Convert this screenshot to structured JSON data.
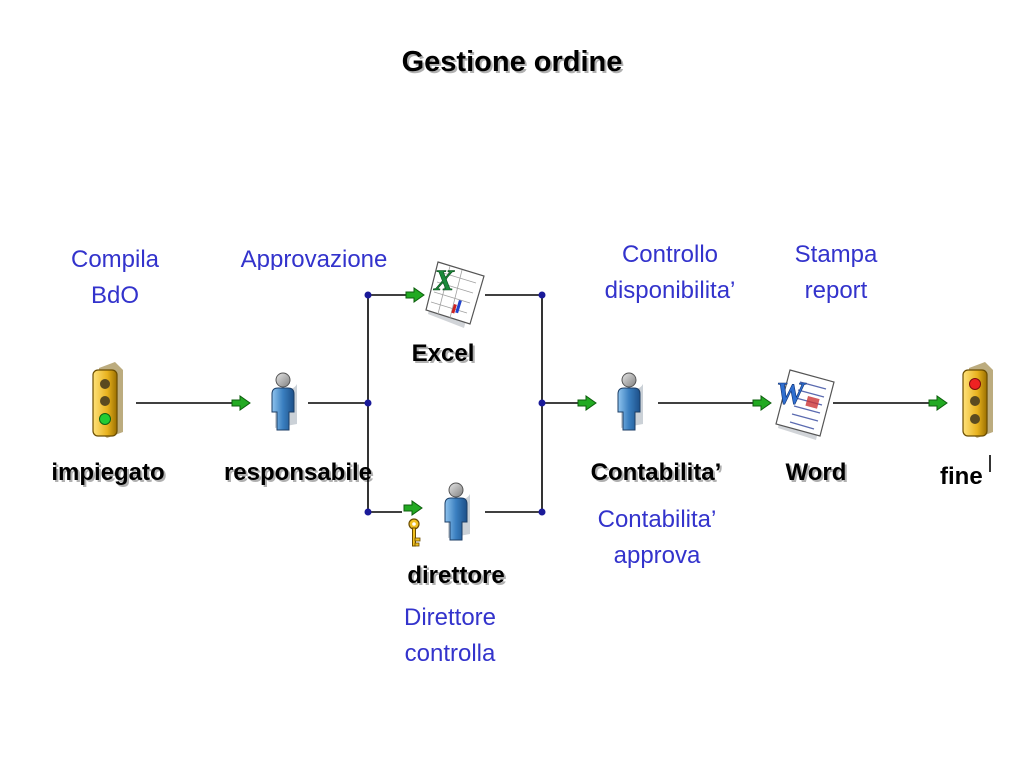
{
  "title": "Gestione ordine",
  "nodes": {
    "impiegato": "impiegato",
    "responsabile": "responsabile",
    "excel": "Excel",
    "direttore": "direttore",
    "contabilita": "Contabilita’",
    "word": "Word",
    "fine": "fine"
  },
  "steps": {
    "compila": [
      "Compila",
      "BdO"
    ],
    "approvazione": "Approvazione",
    "controllo": [
      "Controllo",
      "disponibilita’"
    ],
    "stampa": [
      "Stampa",
      "report"
    ],
    "contabilita_approva": [
      "Contabilita’",
      "approva"
    ],
    "direttore_controlla": [
      "Direttore",
      "controlla"
    ]
  },
  "colors": {
    "step_text": "#3333cc",
    "connector": "#000000",
    "junction": "#1a1a99",
    "arrow": "#22aa22",
    "person": "#3a7fc0"
  },
  "icons": {
    "start": "traffic-light-green-icon",
    "end": "traffic-light-red-icon",
    "person": "person-icon",
    "excel": "excel-document-icon",
    "word": "word-document-icon",
    "condition": "key-condition-icon"
  }
}
